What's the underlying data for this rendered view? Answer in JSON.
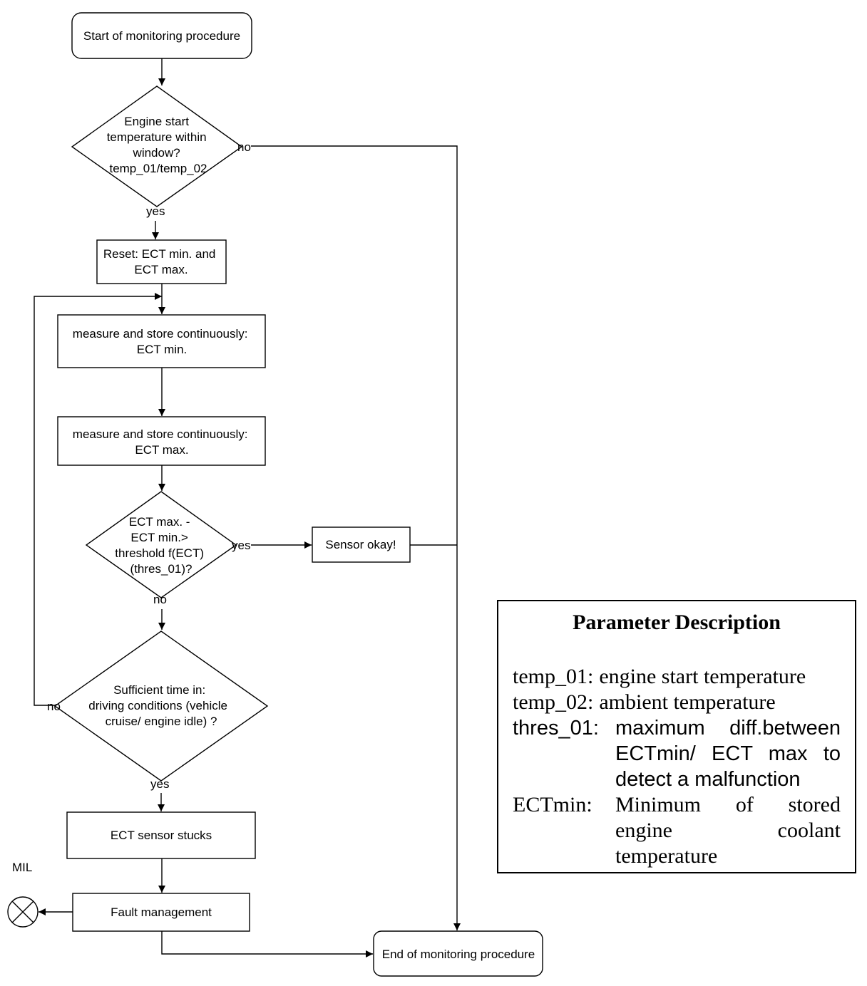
{
  "nodes": {
    "start": "Start of monitoring procedure",
    "decision_engine_start": [
      "Engine start",
      "temperature within",
      "window?",
      "temp_01/temp_02"
    ],
    "reset": [
      "Reset: ECT min. and",
      "ECT max."
    ],
    "measure_min": [
      "measure and store continuously:",
      "ECT min."
    ],
    "measure_max": [
      "measure and store continuously:",
      "ECT max."
    ],
    "decision_threshold": [
      "ECT max. -",
      "ECT min.>",
      "threshold f(ECT)",
      "(thres_01)?"
    ],
    "sensor_okay": "Sensor okay!",
    "decision_time": [
      "Sufficient time in:",
      "driving conditions (vehicle",
      "cruise/ engine idle) ?"
    ],
    "ect_stuck": "ECT sensor stucks",
    "fault": "Fault management",
    "end": "End of monitoring procedure",
    "mil": "MIL"
  },
  "edge_labels": {
    "engine_no": "no",
    "engine_yes": "yes",
    "threshold_yes": "yes",
    "threshold_no": "no",
    "time_no": "no",
    "time_yes": "yes"
  },
  "legend": {
    "title": "Parameter Description",
    "rows": [
      {
        "key": "temp_01:",
        "value": "engine start temperature"
      },
      {
        "key": "temp_02:",
        "value": "ambient temperature"
      },
      {
        "key": "thres_01:",
        "value": "maximum diff.between ECTmin/ ECT max to detect a malfunction"
      },
      {
        "key": "ECTmin:",
        "value": "Minimum of stored engine coolant temperature"
      }
    ]
  }
}
